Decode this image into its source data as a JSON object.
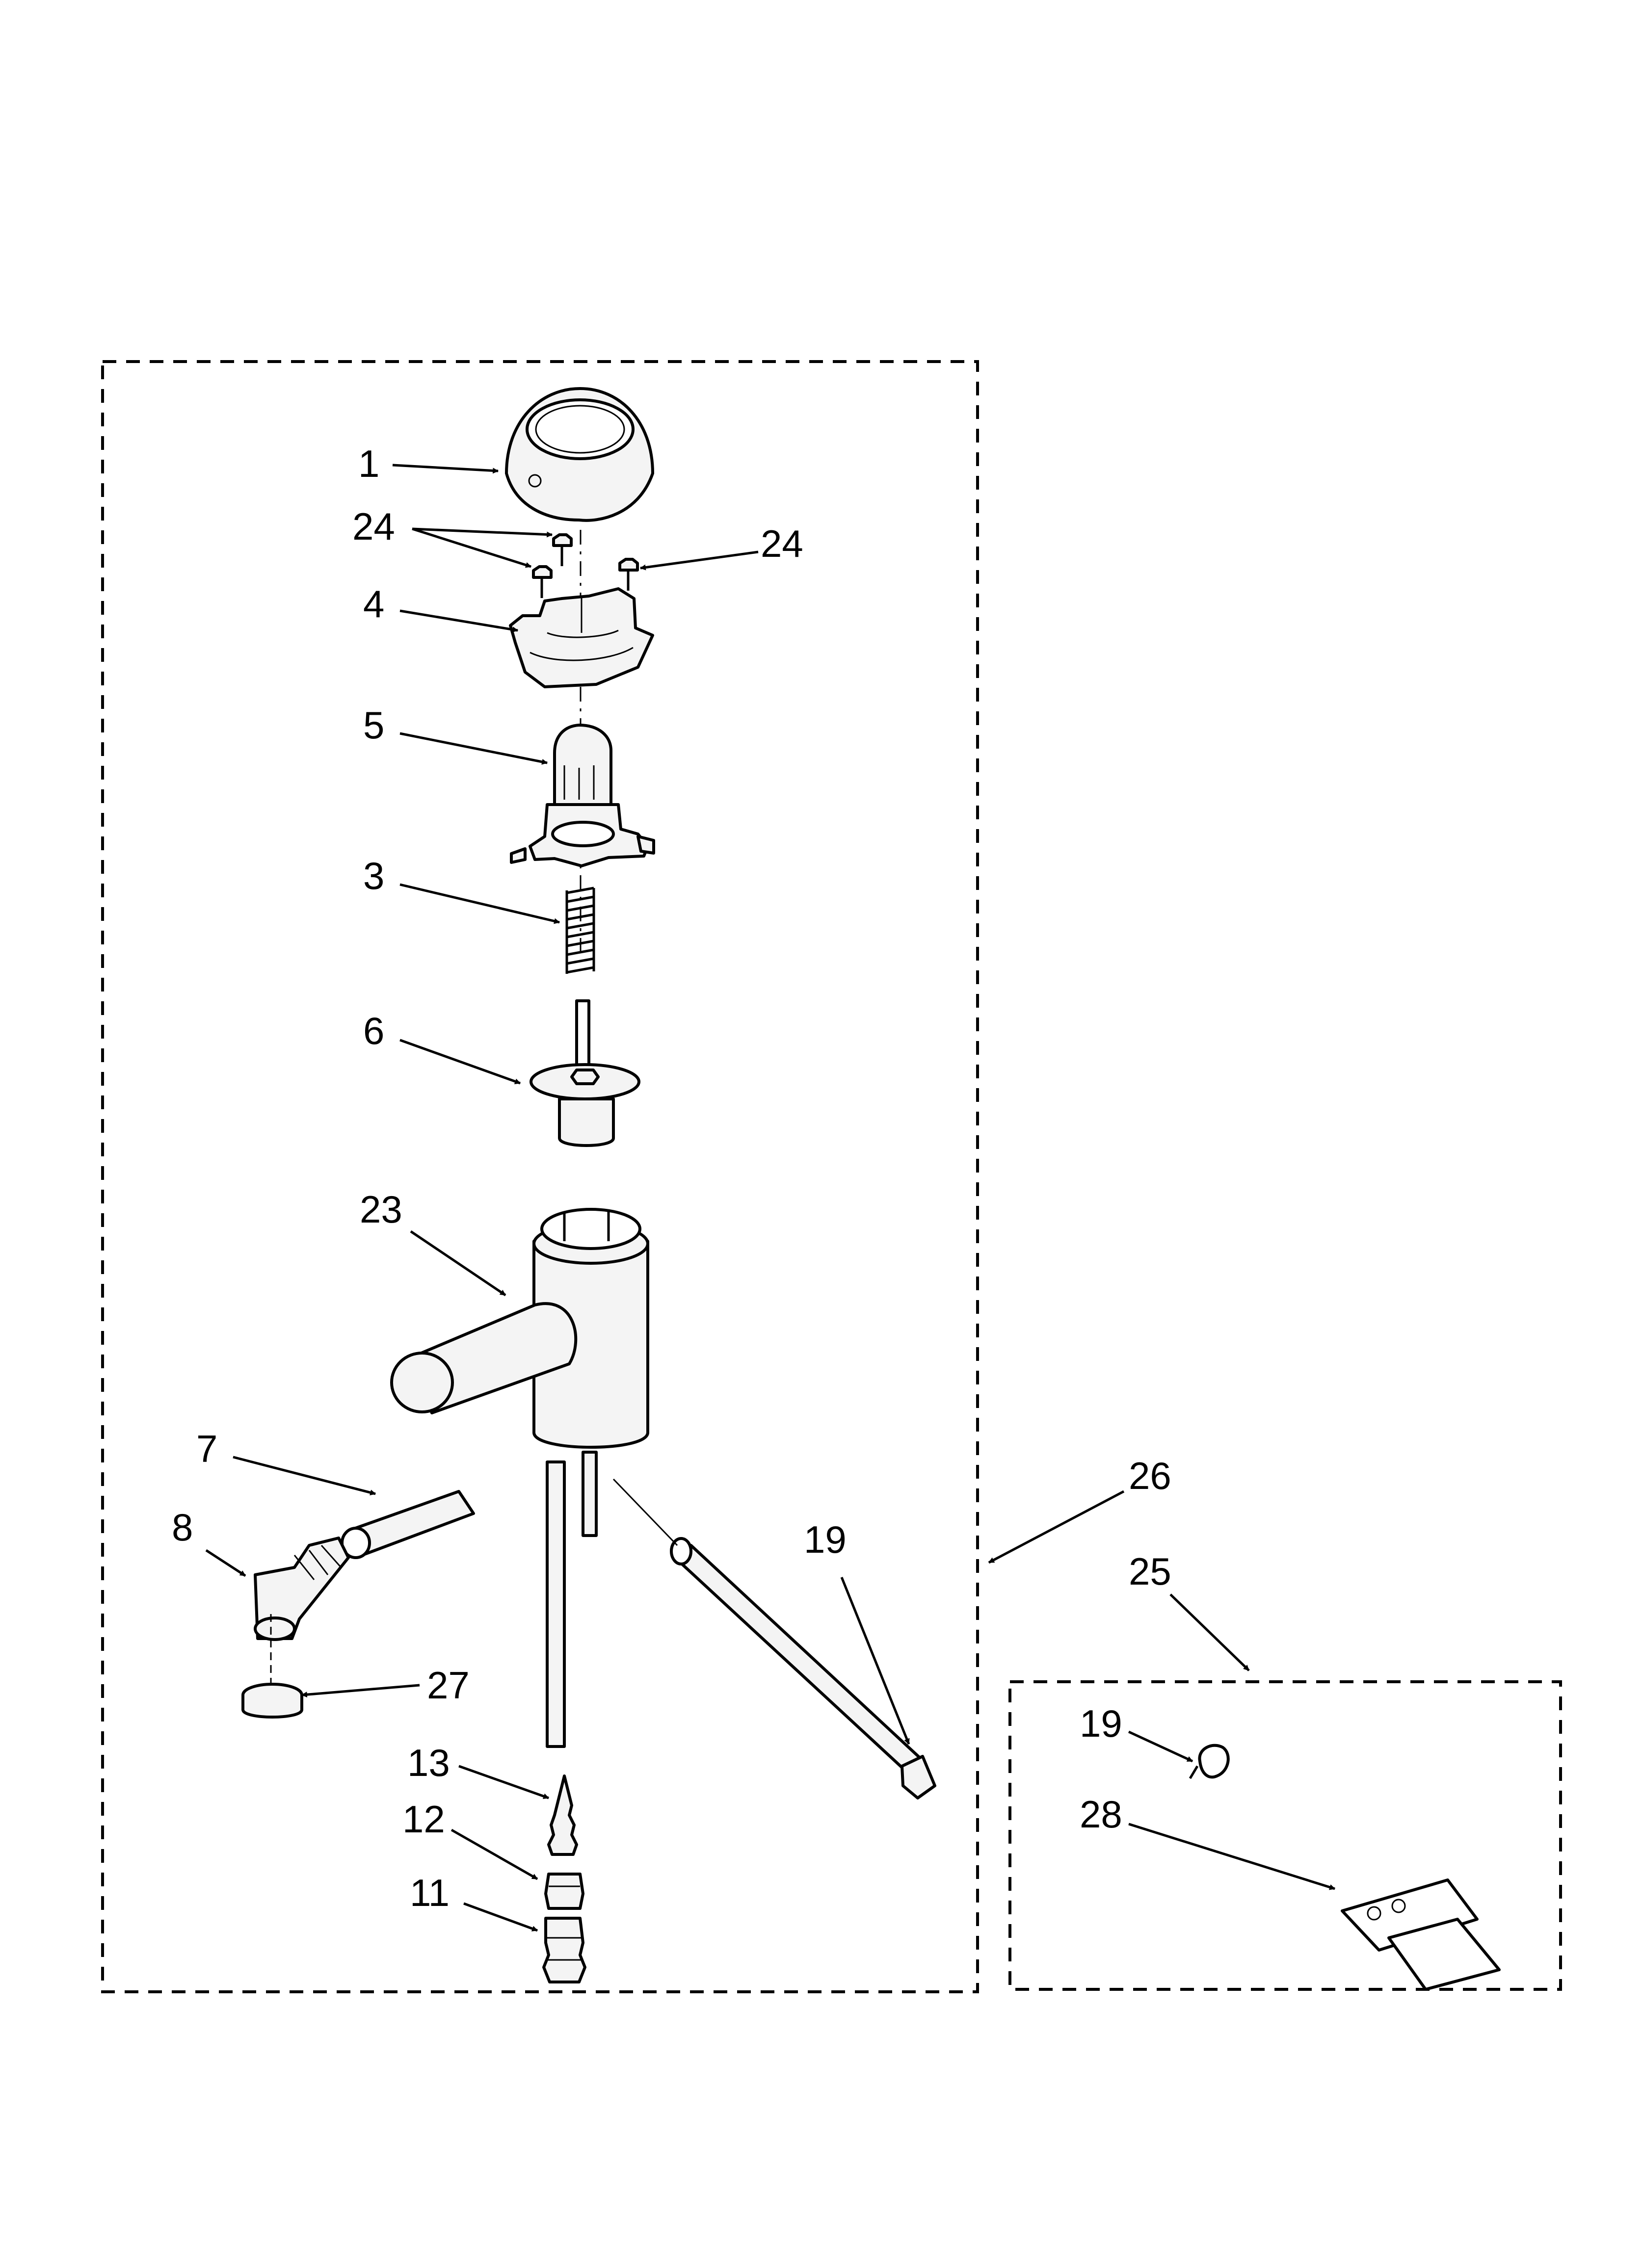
{
  "diagram": {
    "callouts": {
      "c1": "1",
      "c24a": "24",
      "c24b": "24",
      "c4": "4",
      "c5": "5",
      "c3": "3",
      "c6": "6",
      "c23": "23",
      "c7": "7",
      "c8": "8",
      "c27": "27",
      "c13": "13",
      "c12": "12",
      "c11": "11",
      "c19a": "19",
      "c26": "26",
      "c25": "25",
      "c19b": "19",
      "c28": "28"
    }
  }
}
